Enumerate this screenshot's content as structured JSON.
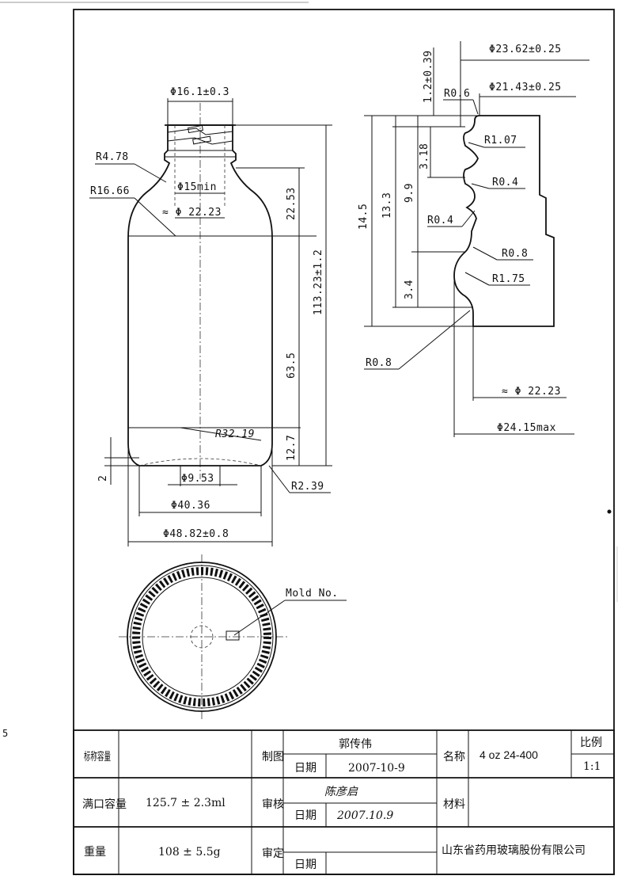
{
  "page_marker": "5",
  "bottle_dims": {
    "neck_dia": "Φ16.1±0.3",
    "r_478": "R4.78",
    "r_1666": "R16.66",
    "bore_min": "Φ15min",
    "shoulder_dia": "≈ Φ 22.23",
    "h_2253": "22.53",
    "total_h": "113.23±1.2",
    "h_635": "63.5",
    "r_3219": "R32.19",
    "h_127": "12.7",
    "h_2": "2",
    "punt_dia": "Φ9.53",
    "base_dia": "Φ40.36",
    "body_dia": "Φ48.82±0.8",
    "r_239": "R2.39"
  },
  "finish_dims": {
    "top_tol": "1.2±0.39",
    "r_06": "R0.6",
    "dia_2362": "Φ23.62±0.25",
    "dia_2143": "Φ21.43±0.25",
    "r_107": "R1.07",
    "h_318": "3.18",
    "h_145": "14.5",
    "h_133": "13.3",
    "h_99": "9.9",
    "r_04a": "R0.4",
    "r_04b": "R0.4",
    "r_08a": "R0.8",
    "r_175": "R1.75",
    "h_34": "3.4",
    "r_08b": "R0.8",
    "dia_2223": "≈ Φ 22.23",
    "dia_2415": "Φ24.15max"
  },
  "bottom_view": {
    "mold_no": "Mold No."
  },
  "title_block": {
    "nominal_label": "标称容量",
    "nominal_value": "",
    "drawn_label": "制图",
    "drawn_by": "郭传伟",
    "date_label": "日期",
    "drawn_date": "2007-10-9",
    "name_label": "名称",
    "name_value": "4 oz 24-400",
    "scale_label": "比例",
    "scale_value": "1:1",
    "full_cap_label": "满口容量",
    "full_cap_value": "125.7 ± 2.3ml",
    "check_label": "审核",
    "checked_by": "陈彦启",
    "check_date": "2007.10.9",
    "material_label": "材料",
    "weight_label": "重量",
    "weight_value": "108 ± 5.5g",
    "approve_label": "审定",
    "company": "山东省药用玻璃股份有限公司"
  }
}
